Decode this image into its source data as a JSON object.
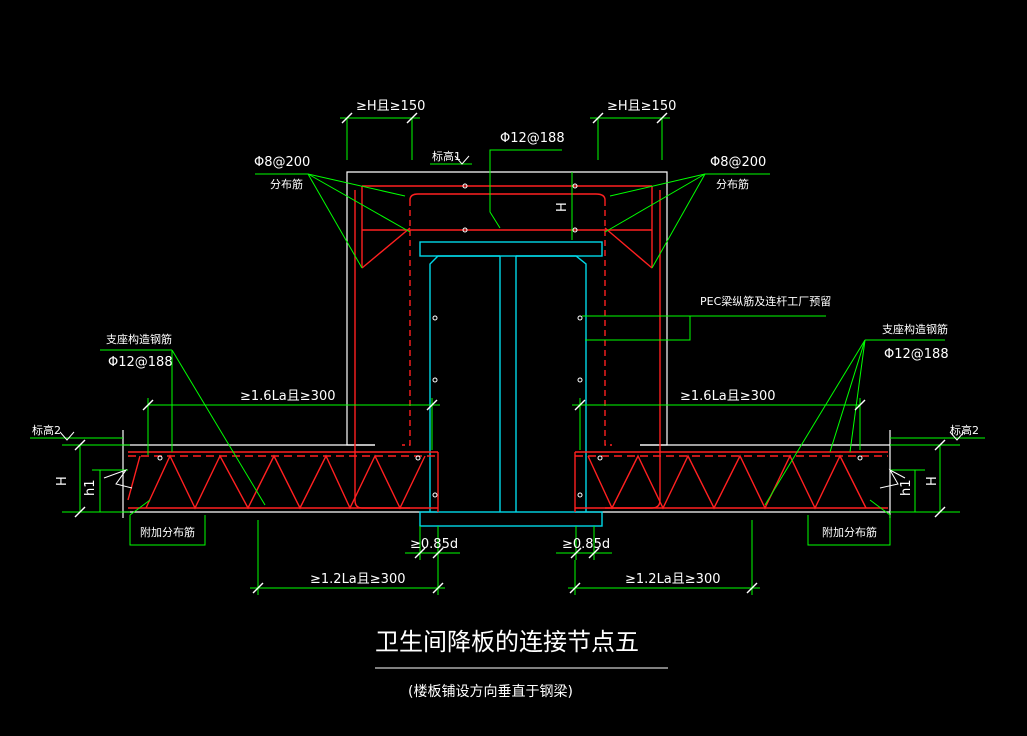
{
  "labels": {
    "dim_top_left": "≥H且≥150",
    "dim_top_right": "≥H且≥150",
    "rebar_top": "Φ12@188",
    "elev_1": "标高1",
    "h_mark": "H",
    "dist_left_1": "Φ8@200",
    "dist_left_2": "分布筋",
    "dist_right_1": "Φ8@200",
    "dist_right_2": "分布筋",
    "pec_note": "PEC梁纵筋及连杆工厂预留",
    "support_left_1": "支座构造钢筋",
    "support_left_2": "Φ12@188",
    "support_right_1": "支座构造钢筋",
    "support_right_2": "Φ12@188",
    "la_left_top": "≥1.6La且≥300",
    "la_right_top": "≥1.6La且≥300",
    "elev_2_left": "标高2",
    "elev_2_right": "标高2",
    "left_H": "H",
    "left_h1": "h1",
    "right_H": "H",
    "right_h1": "h1",
    "extra_left": "附加分布筋",
    "extra_right": "附加分布筋",
    "d_left": "≥0.85d",
    "d_right": "≥0.85d",
    "la_left_bottom": "≥1.2La且≥300",
    "la_right_bottom": "≥1.2La且≥300"
  },
  "title": "卫生间降板的连接节点五",
  "subtitle": "(楼板铺设方向垂直于钢梁)",
  "colors": {
    "background": "#000000",
    "dimension": "#00ff00",
    "rebar": "#ff2020",
    "steel_beam": "#00d8e8",
    "concrete": "#ffffff",
    "text": "#ffffff"
  }
}
